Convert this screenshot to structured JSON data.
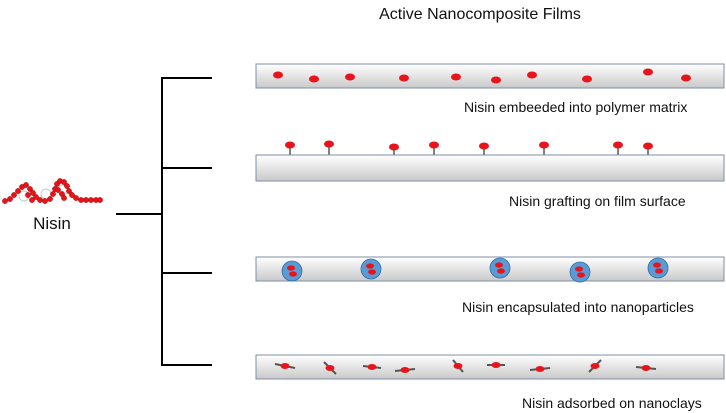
{
  "title": "Active Nanocomposite Films",
  "source_label": "Nisin",
  "colors": {
    "film_fill_light": "#ffffff",
    "film_fill_dark": "#c8c8c8",
    "film_stroke": "#7d8fa6",
    "nisin_red": "#e8141c",
    "nanoparticle_blue": "#5b9bd5",
    "connector": "#000000",
    "nanoclay": "#555555"
  },
  "films": [
    {
      "id": "embedded",
      "caption": "Nisin embeeded into polymer matrix"
    },
    {
      "id": "grafting",
      "caption": "Nisin grafting on film surface"
    },
    {
      "id": "encapsulated",
      "caption": "Nisin encapsulated into nanoparticles"
    },
    {
      "id": "nanoclay",
      "caption": "Nisin adsorbed on nanoclays"
    }
  ]
}
